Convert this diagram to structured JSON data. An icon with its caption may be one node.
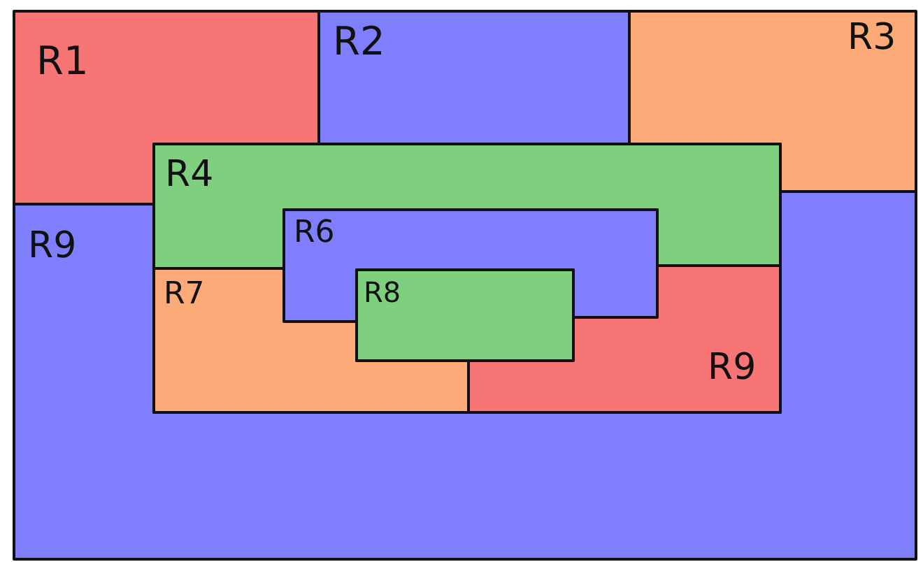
{
  "diagram": {
    "nodes": [
      {
        "text": [
          "R1"
        ]
      },
      {
        "text": [
          "R2"
        ]
      },
      {
        "text": [
          "R3"
        ]
      },
      {
        "text": [
          "R4"
        ]
      },
      {
        "text": [
          "R9"
        ]
      },
      {
        "text": [
          "R6"
        ]
      },
      {
        "text": [
          "R7"
        ]
      },
      {
        "text": [
          "R8"
        ]
      },
      {
        "text": [
          "R9"
        ]
      }
    ]
  }
}
